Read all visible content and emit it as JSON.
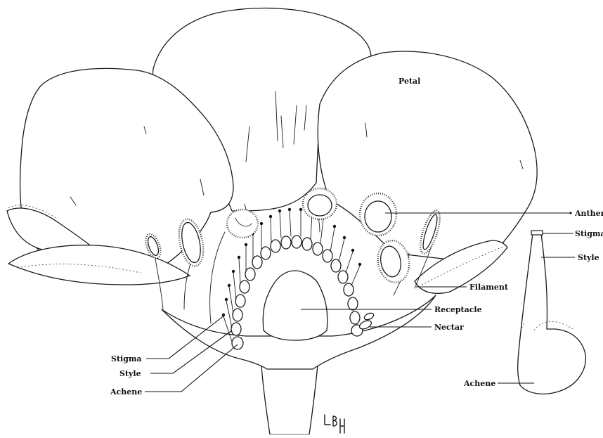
{
  "labels": {
    "petal": "Petal",
    "anther": "Anther",
    "stigma_right": "Stigma",
    "style_right": "Style",
    "filament": "Filament",
    "receptacle": "Receptacle",
    "nectar": "Nectar",
    "stigma_left": "Stigma",
    "style_left": "Style",
    "achene_left": "Achene",
    "achene_right": "Achene"
  },
  "signature": "LBH"
}
